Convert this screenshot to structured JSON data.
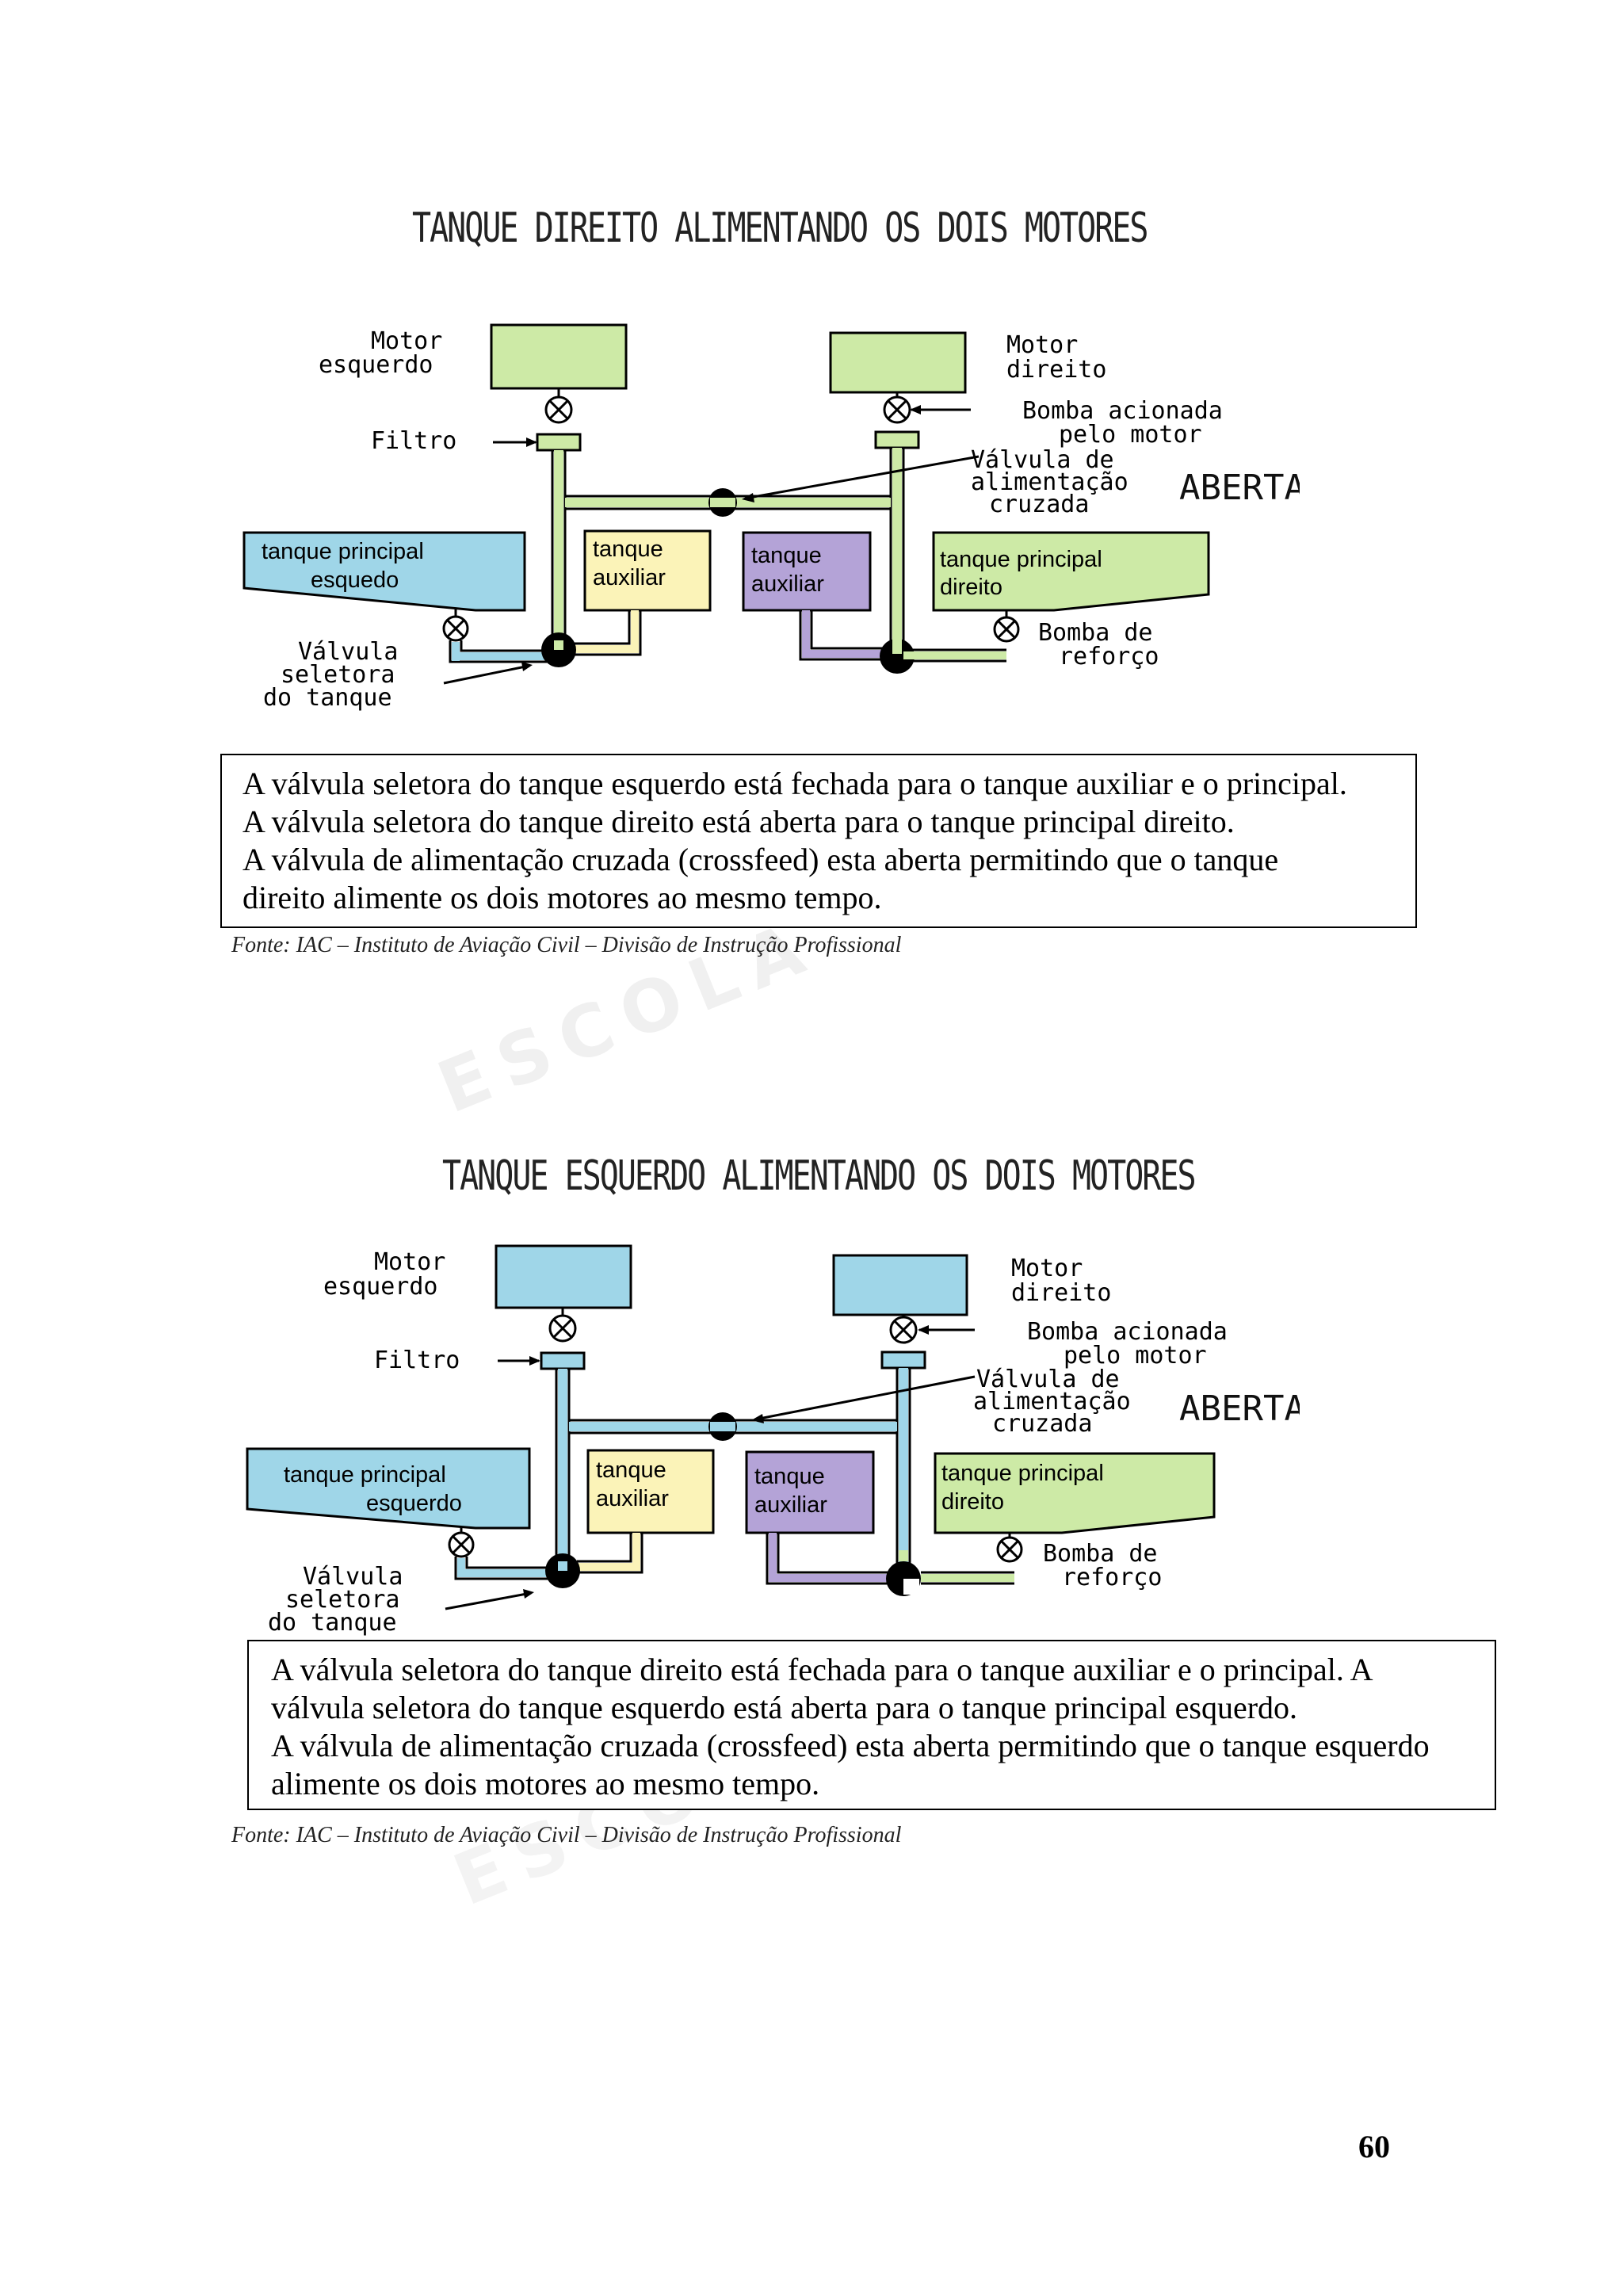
{
  "diagrams": [
    {
      "title": "TANQUE DIREITO ALIMENTANDO OS DOIS MOTORES",
      "labels": {
        "motor_esquerdo": [
          "Motor",
          "esquerdo"
        ],
        "motor_direito": [
          "Motor",
          "direito"
        ],
        "filtro": "Filtro",
        "bomba_motor": [
          "Bomba acionada",
          "pelo motor"
        ],
        "valvula_cruzada": [
          "Válvula de",
          "alimentação",
          "cruzada"
        ],
        "aberta": "ABERTA",
        "valvula_seletora": [
          "Válvula",
          "seletora",
          "do tanque"
        ],
        "bomba_reforco": [
          "Bomba de",
          "reforço"
        ]
      },
      "tanks": {
        "left_main": [
          "tanque principal",
          "esquedo"
        ],
        "left_aux": [
          "tanque",
          "auxiliar"
        ],
        "right_aux": [
          "tanque",
          "auxiliar"
        ],
        "right_main": [
          "tanque principal",
          "direito"
        ]
      },
      "colors": {
        "left_side": "#9fd6e8",
        "left_aux": "#fbf3b8",
        "right_aux": "#b4a3d7",
        "right_side": "#cdeaa6"
      },
      "caption": [
        "A válvula seletora do tanque esquerdo está fechada para o tanque auxiliar e o principal.",
        "A válvula seletora do tanque direito está aberta para o tanque principal direito.",
        "A válvula de alimentação cruzada (crossfeed) esta aberta permitindo que o tanque",
        "direito alimente os dois motores ao mesmo tempo."
      ],
      "source": "Fonte: IAC – Instituto de Aviação Civil – Divisão de Instrução Profissional"
    },
    {
      "title": "TANQUE ESQUERDO ALIMENTANDO OS DOIS MOTORES",
      "labels": {
        "motor_esquerdo": [
          "Motor",
          "esquerdo"
        ],
        "motor_direito": [
          "Motor",
          "direito"
        ],
        "filtro": "Filtro",
        "bomba_motor": [
          "Bomba acionada",
          "pelo motor"
        ],
        "valvula_cruzada": [
          "Válvula de",
          "alimentação",
          "cruzada"
        ],
        "aberta": "ABERTA",
        "valvula_seletora": [
          "Válvula",
          "seletora",
          "do tanque"
        ],
        "bomba_reforco": [
          "Bomba de",
          "reforço"
        ]
      },
      "tanks": {
        "left_main": [
          "tanque principal",
          "esquerdo"
        ],
        "left_aux": [
          "tanque",
          "auxiliar"
        ],
        "right_aux": [
          "tanque",
          "auxiliar"
        ],
        "right_main": [
          "tanque principal",
          "direito"
        ]
      },
      "colors": {
        "left_side": "#9fd6e8",
        "left_aux": "#fbf3b8",
        "right_aux": "#b4a3d7",
        "right_side": "#9fd6e8"
      },
      "caption": [
        "A válvula seletora do tanque direito está fechada para o tanque auxiliar e o principal. A",
        "válvula seletora do tanque esquerdo está aberta para o tanque principal esquerdo.",
        "A válvula de alimentação cruzada (crossfeed) esta aberta permitindo que o tanque esquerdo",
        "alimente os dois motores ao mesmo tempo."
      ],
      "source": "Fonte: IAC – Instituto de Aviação Civil – Divisão de Instrução Profissional"
    }
  ],
  "watermark": [
    "ESCOLA",
    "ESCOLA"
  ],
  "page_number": "60"
}
